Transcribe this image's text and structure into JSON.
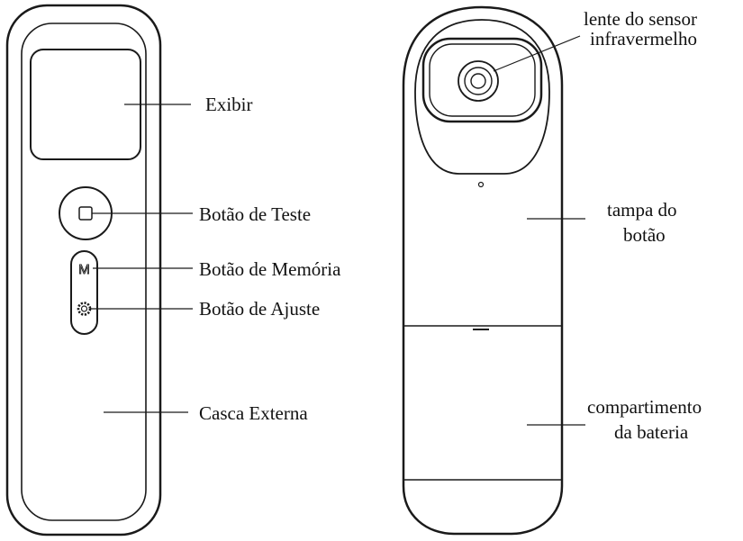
{
  "front_view": {
    "labels": {
      "display": "Exibir",
      "test_button": "Botão de Teste",
      "memory_button": "Botão de Memória",
      "adjust_button": "Botão de Ajuste",
      "outer_shell": "Casca Externa"
    },
    "memory_button_glyph": "M"
  },
  "back_view": {
    "labels": {
      "sensor_lens_line1": "lente do sensor",
      "sensor_lens_line2": "infravermelho",
      "button_cover_line1": "tampa do",
      "button_cover_line2": "botão",
      "battery_line1": "compartimento",
      "battery_line2": "da bateria"
    }
  },
  "colors": {
    "line": "#1a1a1a",
    "background": "#ffffff"
  }
}
